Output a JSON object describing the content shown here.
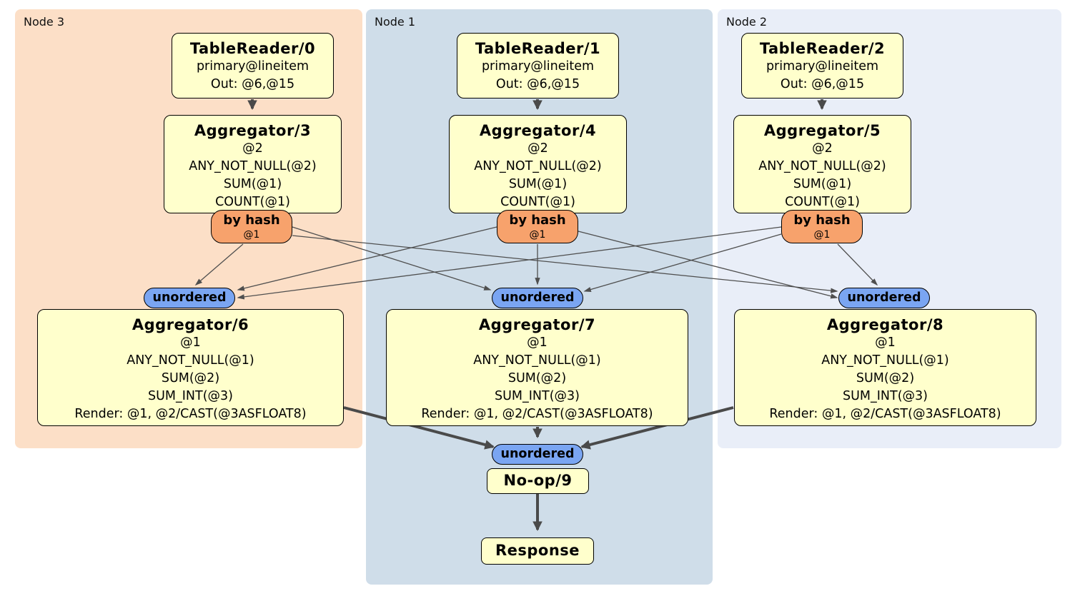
{
  "regions": {
    "node3": {
      "label": "Node 3"
    },
    "node1": {
      "label": "Node 1"
    },
    "node2": {
      "label": "Node 2"
    }
  },
  "boxes": {
    "tablereader0": {
      "title": "TableReader/0",
      "line1": "primary@lineitem",
      "line2": "Out: @6,@15"
    },
    "tablereader1": {
      "title": "TableReader/1",
      "line1": "primary@lineitem",
      "line2": "Out: @6,@15"
    },
    "tablereader2": {
      "title": "TableReader/2",
      "line1": "primary@lineitem",
      "line2": "Out: @6,@15"
    },
    "aggregator3": {
      "title": "Aggregator/3",
      "lines": [
        "@2",
        "ANY_NOT_NULL(@2)",
        "SUM(@1)",
        "COUNT(@1)"
      ]
    },
    "aggregator4": {
      "title": "Aggregator/4",
      "lines": [
        "@2",
        "ANY_NOT_NULL(@2)",
        "SUM(@1)",
        "COUNT(@1)"
      ]
    },
    "aggregator5": {
      "title": "Aggregator/5",
      "lines": [
        "@2",
        "ANY_NOT_NULL(@2)",
        "SUM(@1)",
        "COUNT(@1)"
      ]
    },
    "aggregator6": {
      "title": "Aggregator/6",
      "lines": [
        "@1",
        "ANY_NOT_NULL(@1)",
        "SUM(@2)",
        "SUM_INT(@3)",
        "Render: @1, @2/CAST(@3ASFLOAT8)"
      ]
    },
    "aggregator7": {
      "title": "Aggregator/7",
      "lines": [
        "@1",
        "ANY_NOT_NULL(@1)",
        "SUM(@2)",
        "SUM_INT(@3)",
        "Render: @1, @2/CAST(@3ASFLOAT8)"
      ]
    },
    "aggregator8": {
      "title": "Aggregator/8",
      "lines": [
        "@1",
        "ANY_NOT_NULL(@1)",
        "SUM(@2)",
        "SUM_INT(@3)",
        "Render: @1, @2/CAST(@3ASFLOAT8)"
      ]
    },
    "noop9": {
      "title": "No-op/9"
    },
    "response": {
      "title": "Response"
    }
  },
  "routers": {
    "byhash": {
      "label": "by hash",
      "detail": "@1"
    },
    "unordered": {
      "label": "unordered"
    }
  },
  "colors": {
    "node3_bg": "#fcdfc7",
    "node1_bg": "#cfdde9",
    "node2_bg": "#e9eef8",
    "box_bg": "#ffffcc",
    "byhash_bg": "#f7a26c",
    "unordered_bg": "#7aa5f2",
    "edge": "#4a4a4a"
  }
}
